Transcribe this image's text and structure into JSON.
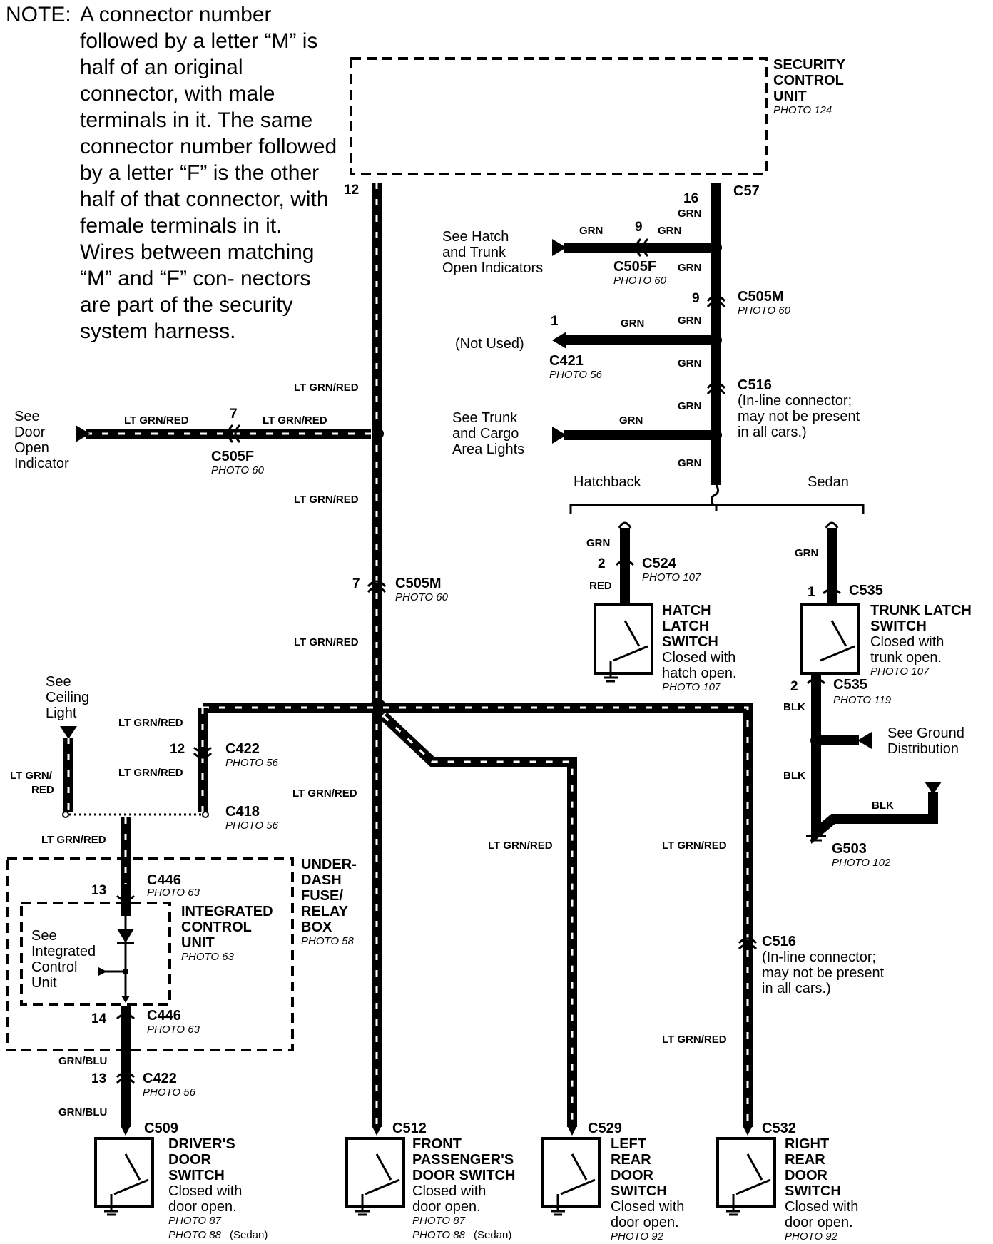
{
  "note": {
    "head": "NOTE:",
    "body": "A connector number followed by a letter “M” is half of an original connector, with male terminals in it. The same connector number followed by a letter “F” is the other half of that connector, with female terminals in it. Wires between matching “M” and “F” con- nectors are part of the security system harness."
  },
  "units": {
    "security": {
      "l1": "SECURITY",
      "l2": "CONTROL",
      "l3": "UNIT",
      "photo": "PHOTO 124"
    },
    "underdash": {
      "l1": "UNDER-",
      "l2": "DASH",
      "l3": "FUSE/",
      "l4": "RELAY",
      "l5": "BOX",
      "photo": "PHOTO 58"
    },
    "icu": {
      "l1": "INTEGRATED",
      "l2": "CONTROL",
      "l3": "UNIT",
      "photo": "PHOTO 63",
      "see1": "See",
      "see2": "Integrated",
      "see3": "Control",
      "see4": "Unit"
    }
  },
  "connectors": {
    "c57": "C57",
    "c505f_right": {
      "name": "C505F",
      "photo": "PHOTO 60",
      "pin": "9"
    },
    "c505m_right": {
      "name": "C505M",
      "photo": "PHOTO 60",
      "pin": "9"
    },
    "c421": {
      "name": "C421",
      "photo": "PHOTO 56",
      "pin": "1"
    },
    "c516_top": {
      "name": "C516",
      "l1": "(In-line connector;",
      "l2": "may not be present",
      "l3": "in all cars.)"
    },
    "c505f_left": {
      "name": "C505F",
      "photo": "PHOTO 60",
      "pin": "7"
    },
    "c505m_left": {
      "name": "C505M",
      "photo": "PHOTO 60",
      "pin": "7"
    },
    "c524": {
      "name": "C524",
      "photo": "PHOTO 107",
      "pin": "2"
    },
    "c535_top": {
      "name": "C535",
      "pin": "1"
    },
    "c535_bot": {
      "name": "C535",
      "photo": "PHOTO 119",
      "pin": "2"
    },
    "c422_top": {
      "name": "C422",
      "photo": "PHOTO 56",
      "pin": "12"
    },
    "c418": {
      "name": "C418",
      "photo": "PHOTO 56"
    },
    "c446_top": {
      "name": "C446",
      "photo": "PHOTO 63",
      "pin": "13"
    },
    "c446_bot": {
      "name": "C446",
      "photo": "PHOTO 63",
      "pin": "14"
    },
    "c422_bot": {
      "name": "C422",
      "photo": "PHOTO 56",
      "pin": "13"
    },
    "c509": "C509",
    "c512": "C512",
    "c529": "C529",
    "c532": "C532",
    "c516_bot": {
      "name": "C516",
      "l1": "(In-line connector;",
      "l2": "may not be present",
      "l3": "in all cars.)"
    },
    "g503": {
      "name": "G503",
      "photo": "PHOTO 102"
    },
    "pin12": "12",
    "pin16": "16"
  },
  "wires": {
    "grn": "GRN",
    "ltgrnred": "LT GRN/RED",
    "ltgrn_slash": "LT GRN/",
    "red": "RED",
    "grnblu": "GRN/BLU",
    "blk": "BLK"
  },
  "refs": {
    "hatch_trunk": {
      "l1": "See Hatch",
      "l2": "and Trunk",
      "l3": "Open Indicators"
    },
    "not_used": "(Not Used)",
    "trunk_cargo": {
      "l1": "See Trunk",
      "l2": "and Cargo",
      "l3": "Area Lights"
    },
    "door_open": {
      "l1": "See",
      "l2": "Door",
      "l3": "Open",
      "l4": "Indicator"
    },
    "ceiling": {
      "l1": "See",
      "l2": "Ceiling",
      "l3": "Light"
    },
    "ground": {
      "l1": "See Ground",
      "l2": "Distribution"
    },
    "hatchback": "Hatchback",
    "sedan": "Sedan"
  },
  "switches": {
    "hatch": {
      "l1": "HATCH",
      "l2": "LATCH",
      "l3": "SWITCH",
      "l4": "Closed with",
      "l5": "hatch open.",
      "photo": "PHOTO 107"
    },
    "trunk": {
      "l1": "TRUNK LATCH",
      "l2": "SWITCH",
      "l3": "Closed with",
      "l4": "trunk open.",
      "photo": "PHOTO 107"
    },
    "driver": {
      "l1": "DRIVER'S",
      "l2": "DOOR",
      "l3": "SWITCH",
      "l4": "Closed with",
      "l5": "door open.",
      "photo1": "PHOTO 87",
      "photo2": "PHOTO 88",
      "sedan": "(Sedan)"
    },
    "front_pass": {
      "l1": "FRONT",
      "l2": "PASSENGER'S",
      "l3": "DOOR SWITCH",
      "l4": "Closed with",
      "l5": "door open.",
      "photo1": "PHOTO 87",
      "photo2": "PHOTO 88",
      "sedan": "(Sedan)"
    },
    "left_rear": {
      "l1": "LEFT",
      "l2": "REAR",
      "l3": "DOOR",
      "l4": "SWITCH",
      "l5": "Closed with",
      "l6": "door open.",
      "photo": "PHOTO 92"
    },
    "right_rear": {
      "l1": "RIGHT",
      "l2": "REAR",
      "l3": "DOOR",
      "l4": "SWITCH",
      "l5": "Closed with",
      "l6": "door open.",
      "photo": "PHOTO 92"
    }
  }
}
